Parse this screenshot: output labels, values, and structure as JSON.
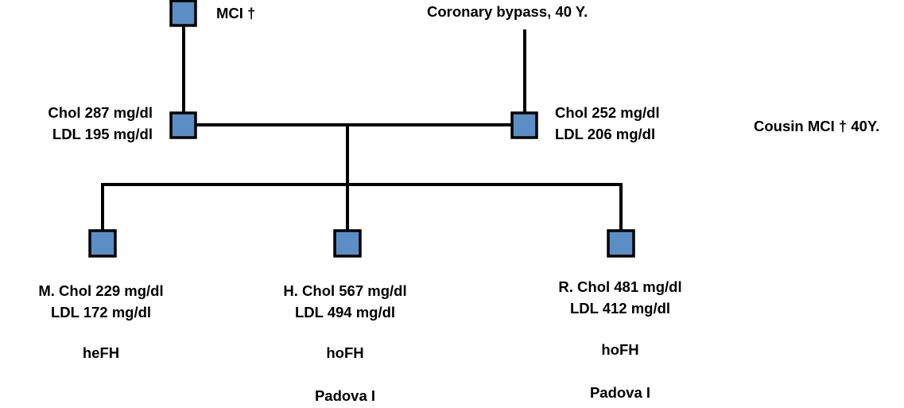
{
  "colors": {
    "node_fill": "#5b8ec4",
    "line": "#000000",
    "background": "#ffffff"
  },
  "grandfather": {
    "label": "MCI †"
  },
  "grandfather_other": {
    "label": "Coronary bypass, 40 Y."
  },
  "father": {
    "line1": "Chol 287 mg/dl",
    "line2": "LDL 195 mg/dl"
  },
  "mother": {
    "line1": "Chol 252 mg/dl",
    "line2": "LDL 206 mg/dl"
  },
  "cousin": {
    "label": "Cousin MCI † 40Y."
  },
  "children": [
    {
      "line1": "M. Chol 229 mg/dl",
      "line2": "LDL 172 mg/dl",
      "diagnosis": "heFH",
      "mutation": ""
    },
    {
      "line1": "H. Chol 567 mg/dl",
      "line2": "LDL 494 mg/dl",
      "diagnosis": "hoFH",
      "mutation": "Padova I"
    },
    {
      "line1": "R. Chol 481 mg/dl",
      "line2": "LDL 412 mg/dl",
      "diagnosis": "hoFH",
      "mutation": "Padova I"
    }
  ]
}
